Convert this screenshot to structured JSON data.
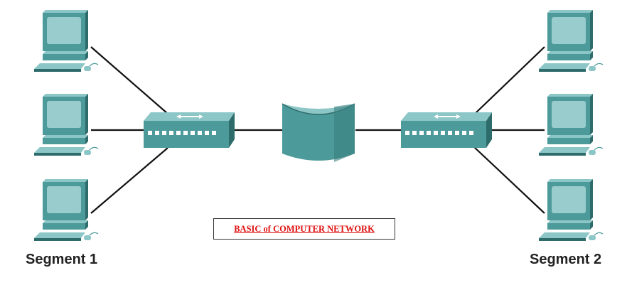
{
  "caption": {
    "text": "BASIC of COMPUTER  NETWORK",
    "color": "#e01010"
  },
  "segments": [
    {
      "label": "Segment 1"
    },
    {
      "label": "Segment 2"
    }
  ],
  "colors": {
    "device_front": "#4d9a9a",
    "device_top": "#8cc6c6",
    "device_side": "#2e6b6b",
    "screen": "#99cccc",
    "link": "#111111"
  },
  "icons": {
    "computer": "desktop-computer-icon",
    "hub": "hub-icon",
    "bridge": "bridge-icon"
  }
}
